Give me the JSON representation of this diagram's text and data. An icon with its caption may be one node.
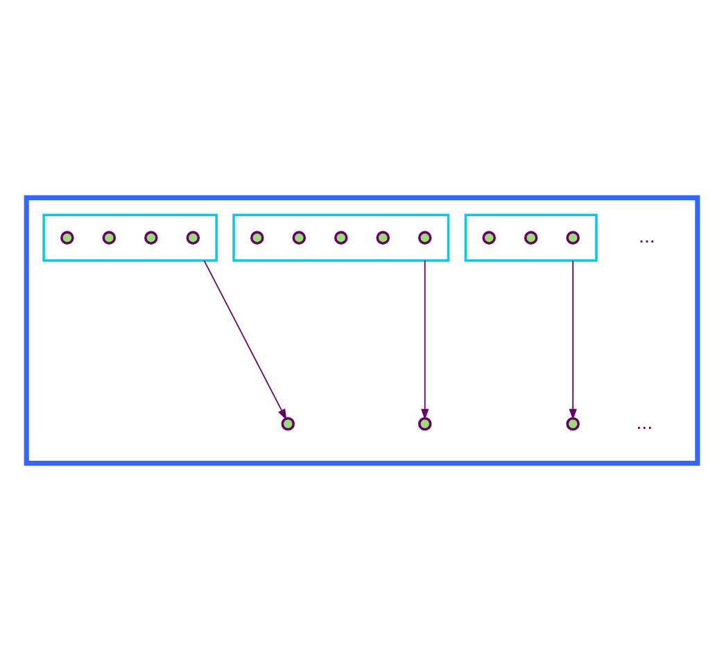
{
  "diagram": {
    "nodes": [
      {
        "text": [],
        "shape": "box"
      },
      {
        "text": [],
        "shape": "box",
        "in": 0
      },
      {
        "text": [],
        "shape": "circle",
        "in": 1
      },
      {
        "text": [],
        "shape": "circle",
        "in": 1
      },
      {
        "text": [],
        "shape": "circle",
        "in": 1
      },
      {
        "text": [],
        "shape": "circle",
        "in": 1
      },
      {
        "text": [],
        "shape": "box",
        "in": 0
      },
      {
        "text": [],
        "shape": "circle",
        "in": 6
      },
      {
        "text": [],
        "shape": "circle",
        "in": 6
      },
      {
        "text": [],
        "shape": "circle",
        "in": 6
      },
      {
        "text": [],
        "shape": "circle",
        "in": 6
      },
      {
        "text": [],
        "shape": "circle",
        "in": 6
      },
      {
        "text": [],
        "shape": "box",
        "in": 0
      },
      {
        "text": [],
        "shape": "circle",
        "in": 12
      },
      {
        "text": [],
        "shape": "circle",
        "in": 12
      },
      {
        "text": [],
        "shape": "circle",
        "in": 12
      },
      {
        "text": [],
        "shape": "circle",
        "in": 0
      },
      {
        "text": [],
        "shape": "circle",
        "in": 0
      },
      {
        "text": [],
        "shape": "circle",
        "in": 0
      }
    ],
    "edges": [
      {
        "from": 1,
        "to": 16,
        "arrow": "to"
      },
      {
        "from": 6,
        "to": 17,
        "arrow": "to"
      },
      {
        "from": 12,
        "to": 18,
        "arrow": "to"
      }
    ],
    "labels": [
      "...",
      "..."
    ]
  }
}
